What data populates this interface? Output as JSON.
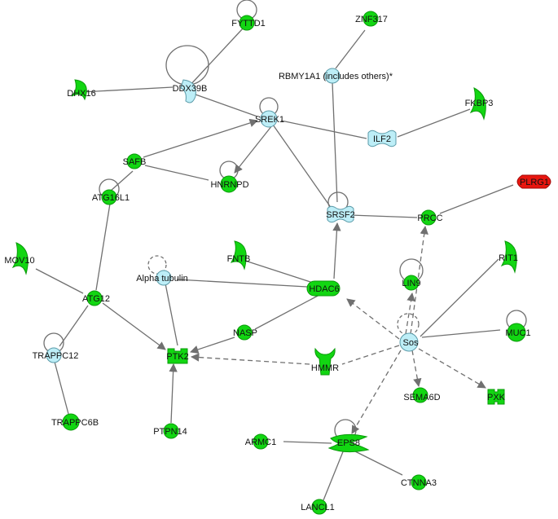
{
  "colors": {
    "up": "#12d612",
    "up_stroke": "#0a9a0a",
    "neutral": "#bdeef7",
    "neutral_stroke": "#5a9aa8",
    "strong": "#e8160f",
    "strong_stroke": "#a00a08",
    "edge": "#707070"
  },
  "nodes": {
    "fyttd1": "FYTTD1",
    "znf317": "ZNF317",
    "dhx16": "DHX16",
    "ddx39b": "DDX39B",
    "rbmy1a1": "RBMY1A1 (includes others)*",
    "fkbp3": "FKBP3",
    "srek1": "SREK1",
    "ilf2": "ILF2",
    "safb": "SAFB",
    "hnrnpd": "HNRNPD",
    "plrg1": "PLRG1",
    "atg16l1": "ATG16L1",
    "srsf2": "SRSF2",
    "prcc": "PRCC",
    "mov10": "MOV10",
    "fntb": "FNTB",
    "rit1": "RIT1",
    "alpha_tubulin": "Alpha tubulin",
    "hdac6": "HDAC6",
    "lin9": "LIN9",
    "atg12": "ATG12",
    "muc1": "MUC1",
    "nasp": "NASP",
    "sos": "Sos",
    "trappc12": "TRAPPC12",
    "ptk2": "PTK2",
    "hmmr": "HMMR",
    "sema6d": "SEMA6D",
    "pxk": "PXK",
    "trappc6b": "TRAPPC6B",
    "ptpn14": "PTPN14",
    "armc1": "ARMC1",
    "eps8": "EPS8",
    "ctnna3": "CTNNA3",
    "lancl1": "LANCL1"
  }
}
